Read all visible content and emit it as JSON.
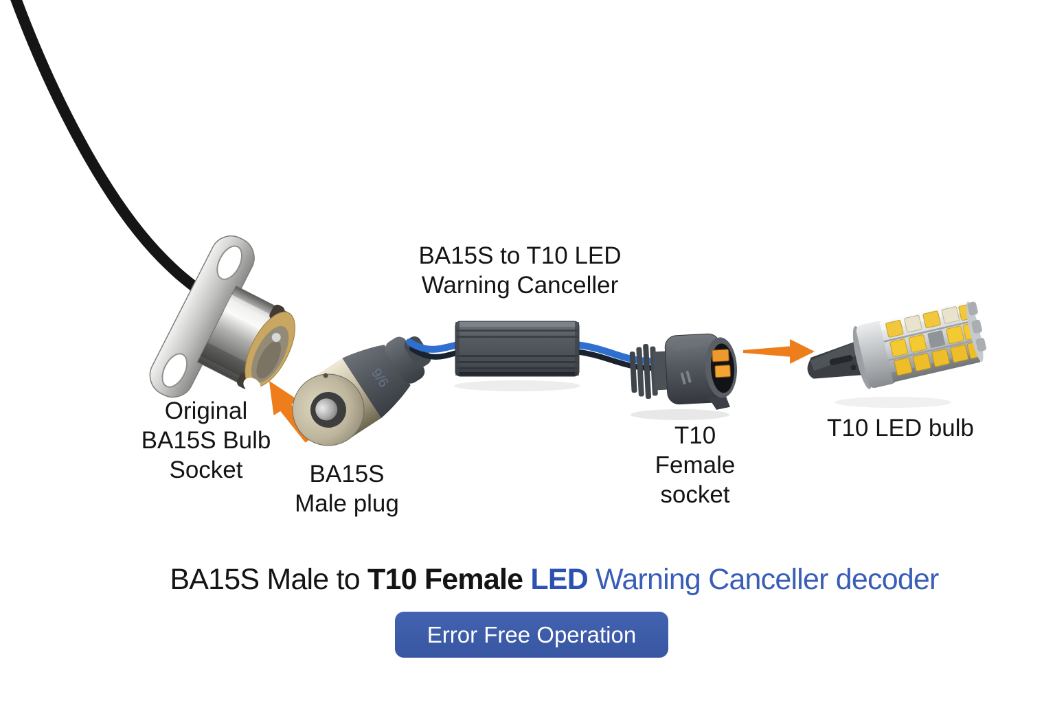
{
  "canvas": {
    "background": "#ffffff"
  },
  "top_label": {
    "line1": "BA15S to T10 LED",
    "line2": "Warning Canceller"
  },
  "labels": {
    "original_socket": [
      "Original",
      "BA15S Bulb",
      "Socket"
    ],
    "male_plug": [
      "BA15S",
      "Male plug"
    ],
    "female_socket": [
      "T10",
      "Female",
      "socket"
    ],
    "led_bulb": [
      "T10 LED bulb"
    ]
  },
  "heading": {
    "segment_black_regular": "BA15S Male to ",
    "segment_black_bold": "T10 Female ",
    "segment_blue_bold": "LED ",
    "segment_blue_regular": "Warning Canceller decoder"
  },
  "badge": {
    "label": "Error Free Operation"
  },
  "photo_markings": {
    "plug_marking": "9/6"
  },
  "colors": {
    "heading_black": "#141414",
    "heading_blue_bold": "#2b51b3",
    "heading_blue_regular": "#3a5db8",
    "badge_bg": "#3d5ca8",
    "badge_text": "#ffffff",
    "arrow_orange": "#ee7d1c",
    "wire_blue": "#2f6fd0",
    "wire_black": "#19222e",
    "canceller_grey": "#50555b"
  }
}
